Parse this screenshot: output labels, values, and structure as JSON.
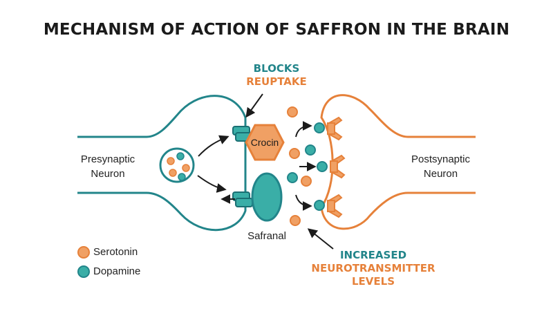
{
  "title": "MECHANISM OF ACTION OF SAFFRON IN THE BRAIN",
  "labels": {
    "presynaptic_line1": "Presynaptic",
    "presynaptic_line2": "Neuron",
    "postsynaptic_line1": "Postsynaptic",
    "postsynaptic_line2": "Neuron",
    "crocin": "Crocin",
    "safranal": "Safranal"
  },
  "callouts": {
    "blocks_line1": "BLOCKS",
    "blocks_line2": "REUPTAKE",
    "increased_line1": "INCREASED",
    "increased_line2": "NEUROTRANSMITTER",
    "increased_line3": "LEVELS"
  },
  "legend": [
    {
      "label": "Serotonin",
      "color": "#f0a064"
    },
    {
      "label": "Dopamine",
      "color": "#3aaea7"
    }
  ],
  "colors": {
    "teal": "#22858a",
    "teal_fill": "#3aaea7",
    "orange": "#e6813a",
    "orange_fill": "#f0a064",
    "text": "#222222"
  }
}
